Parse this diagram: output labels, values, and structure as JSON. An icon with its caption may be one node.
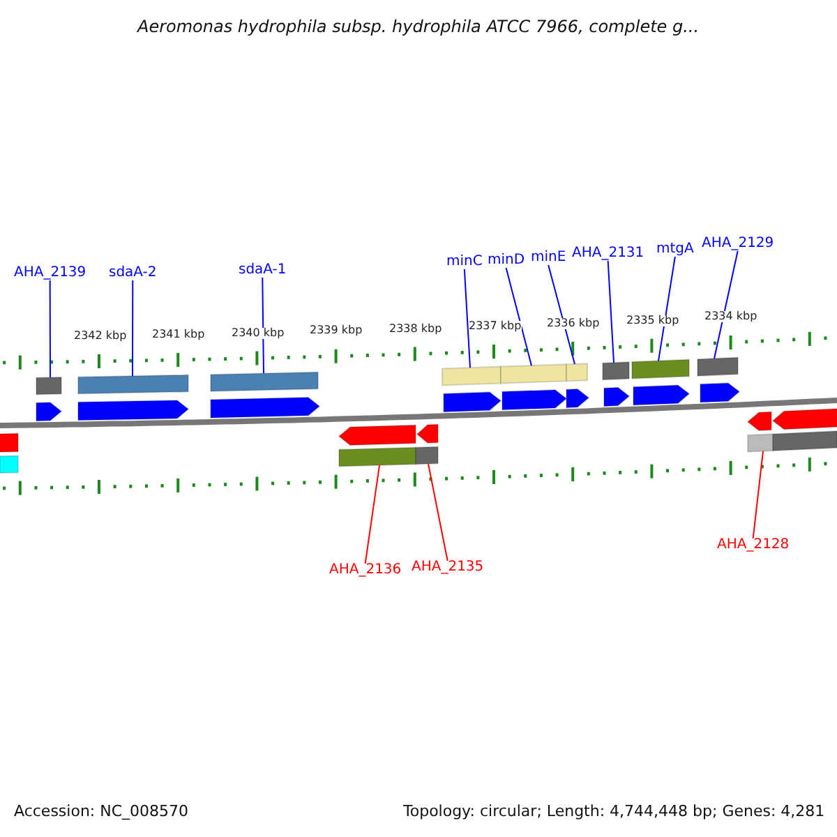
{
  "diagram": {
    "title": "Aeromonas hydrophila subsp. hydrophila ATCC 7966, complete g...",
    "nodes": [
      {
        "text": [
          "AHA_2139"
        ]
      },
      {
        "text": [
          "sdaA-2"
        ]
      },
      {
        "text": [
          "sdaA-1"
        ]
      },
      {
        "text": [
          "minC"
        ]
      },
      {
        "text": [
          "minD"
        ]
      },
      {
        "text": [
          "minE"
        ]
      },
      {
        "text": [
          "AHA_2131"
        ]
      },
      {
        "text": [
          "mtgA"
        ]
      },
      {
        "text": [
          "AHA_2129"
        ]
      },
      {
        "text": [
          "AHA_2136"
        ]
      },
      {
        "text": [
          "AHA_2135"
        ]
      },
      {
        "text": [
          "AHA_2128"
        ]
      },
      {
        "text": [],
        "shape": "bar"
      },
      {
        "text": [],
        "shape": "bar"
      },
      {
        "text": [],
        "shape": "bar"
      },
      {
        "text": [],
        "shape": "bar"
      },
      {
        "text": [],
        "shape": "bar"
      },
      {
        "text": [],
        "shape": "bar"
      },
      {
        "text": [],
        "shape": "bar"
      },
      {
        "text": [],
        "shape": "bar"
      },
      {
        "text": [],
        "shape": "bar"
      },
      {
        "text": [],
        "shape": "bar"
      },
      {
        "text": [],
        "shape": "bar"
      },
      {
        "text": [],
        "shape": "bar"
      },
      {
        "text": [],
        "shape": "bar"
      },
      {
        "text": [],
        "shape": "bar"
      },
      {
        "text": [],
        "shape": "pentagon"
      },
      {
        "text": [],
        "shape": "pentagon"
      },
      {
        "text": [],
        "shape": "pentagon"
      },
      {
        "text": [],
        "shape": "pentagon"
      },
      {
        "text": [],
        "shape": "pentagon"
      },
      {
        "text": [],
        "shape": "pentagon"
      },
      {
        "text": [],
        "shape": "pentagon"
      },
      {
        "text": [],
        "shape": "pentagon"
      },
      {
        "text": [],
        "shape": "pentagon"
      },
      {
        "text": [],
        "shape": "pentagon"
      },
      {
        "text": [],
        "shape": "pentagon"
      },
      {
        "text": [],
        "shape": "pentagon"
      },
      {
        "text": [],
        "shape": "pentagon"
      },
      {
        "text": [],
        "shape": "pentagon"
      }
    ],
    "edges": [
      {
        "from": 0,
        "to": 12,
        "arrow": "none"
      },
      {
        "from": 1,
        "to": 13,
        "arrow": "none"
      },
      {
        "from": 2,
        "to": 14,
        "arrow": "none"
      },
      {
        "from": 3,
        "to": 15,
        "arrow": "none"
      },
      {
        "from": 4,
        "to": 16,
        "arrow": "none"
      },
      {
        "from": 5,
        "to": 17,
        "arrow": "none"
      },
      {
        "from": 6,
        "to": 18,
        "arrow": "none"
      },
      {
        "from": 7,
        "to": 19,
        "arrow": "none"
      },
      {
        "from": 8,
        "to": 20,
        "arrow": "none"
      },
      {
        "from": 9,
        "to": 22,
        "arrow": "none",
        "color": "#ff0000"
      },
      {
        "from": 10,
        "to": 23,
        "arrow": "none",
        "color": "#ff0000"
      },
      {
        "from": 11,
        "to": 24,
        "arrow": "none",
        "color": "#ff0000"
      }
    ],
    "labels": [
      "2342 kbp",
      "2341 kbp",
      "2340 kbp",
      "2339 kbp",
      "2338 kbp",
      "2337 kbp",
      "2336 kbp",
      "2335 kbp",
      "2334 kbp",
      "Accession: NC_008570",
      "Topology: circular; Length: 4,744,448 bp; Genes: 4,281"
    ]
  }
}
